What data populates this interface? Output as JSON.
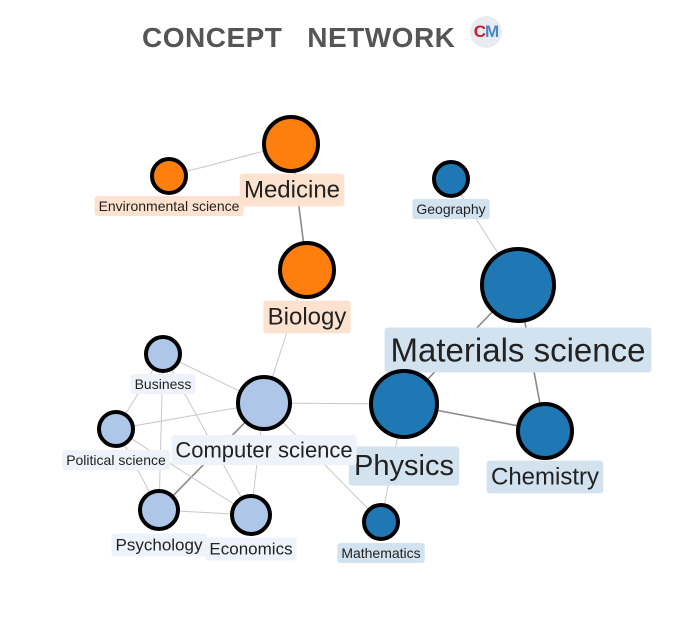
{
  "header": {
    "title": "CONCEPT   NETWORK",
    "logo_text_c": "C",
    "logo_text_m": "M"
  },
  "colors": {
    "orange": "#ff7f0e",
    "orange_label_bg": "#fde3cf",
    "dark_blue": "#1f77b4",
    "dark_blue_label_bg": "#d2e3ef",
    "light_blue": "#aec7e8",
    "light_blue_label_bg": "#eef3fb",
    "node_stroke": "#000000",
    "edge": "#c8c8c8",
    "edge_strong": "#8a8a8a"
  },
  "network": {
    "nodes": [
      {
        "id": "medicine",
        "label": "Medicine",
        "group": "orange"
      },
      {
        "id": "environmental",
        "label": "Environmental science",
        "group": "orange"
      },
      {
        "id": "biology",
        "label": "Biology",
        "group": "orange"
      },
      {
        "id": "geography",
        "label": "Geography",
        "group": "dark_blue"
      },
      {
        "id": "materials",
        "label": "Materials science",
        "group": "dark_blue"
      },
      {
        "id": "physics",
        "label": "Physics",
        "group": "dark_blue"
      },
      {
        "id": "chemistry",
        "label": "Chemistry",
        "group": "dark_blue"
      },
      {
        "id": "mathematics",
        "label": "Mathematics",
        "group": "dark_blue"
      },
      {
        "id": "business",
        "label": "Business",
        "group": "light_blue"
      },
      {
        "id": "computer",
        "label": "Computer science",
        "group": "light_blue"
      },
      {
        "id": "political",
        "label": "Political science",
        "group": "light_blue"
      },
      {
        "id": "psychology",
        "label": "Psychology",
        "group": "light_blue"
      },
      {
        "id": "economics",
        "label": "Economics",
        "group": "light_blue"
      }
    ],
    "edges": [
      {
        "source": "environmental",
        "target": "medicine",
        "strength": "weak"
      },
      {
        "source": "medicine",
        "target": "biology",
        "strength": "strong"
      },
      {
        "source": "biology",
        "target": "computer",
        "strength": "weak"
      },
      {
        "source": "geography",
        "target": "materials",
        "strength": "weak"
      },
      {
        "source": "materials",
        "target": "physics",
        "strength": "strong"
      },
      {
        "source": "materials",
        "target": "chemistry",
        "strength": "strong"
      },
      {
        "source": "physics",
        "target": "chemistry",
        "strength": "strong"
      },
      {
        "source": "physics",
        "target": "computer",
        "strength": "weak"
      },
      {
        "source": "physics",
        "target": "mathematics",
        "strength": "weak"
      },
      {
        "source": "computer",
        "target": "mathematics",
        "strength": "weak"
      },
      {
        "source": "computer",
        "target": "business",
        "strength": "weak"
      },
      {
        "source": "computer",
        "target": "political",
        "strength": "weak"
      },
      {
        "source": "computer",
        "target": "psychology",
        "strength": "strong"
      },
      {
        "source": "computer",
        "target": "economics",
        "strength": "weak"
      },
      {
        "source": "business",
        "target": "political",
        "strength": "weak"
      },
      {
        "source": "business",
        "target": "psychology",
        "strength": "weak"
      },
      {
        "source": "business",
        "target": "economics",
        "strength": "weak"
      },
      {
        "source": "political",
        "target": "psychology",
        "strength": "weak"
      },
      {
        "source": "political",
        "target": "economics",
        "strength": "weak"
      },
      {
        "source": "psychology",
        "target": "economics",
        "strength": "weak"
      }
    ]
  }
}
